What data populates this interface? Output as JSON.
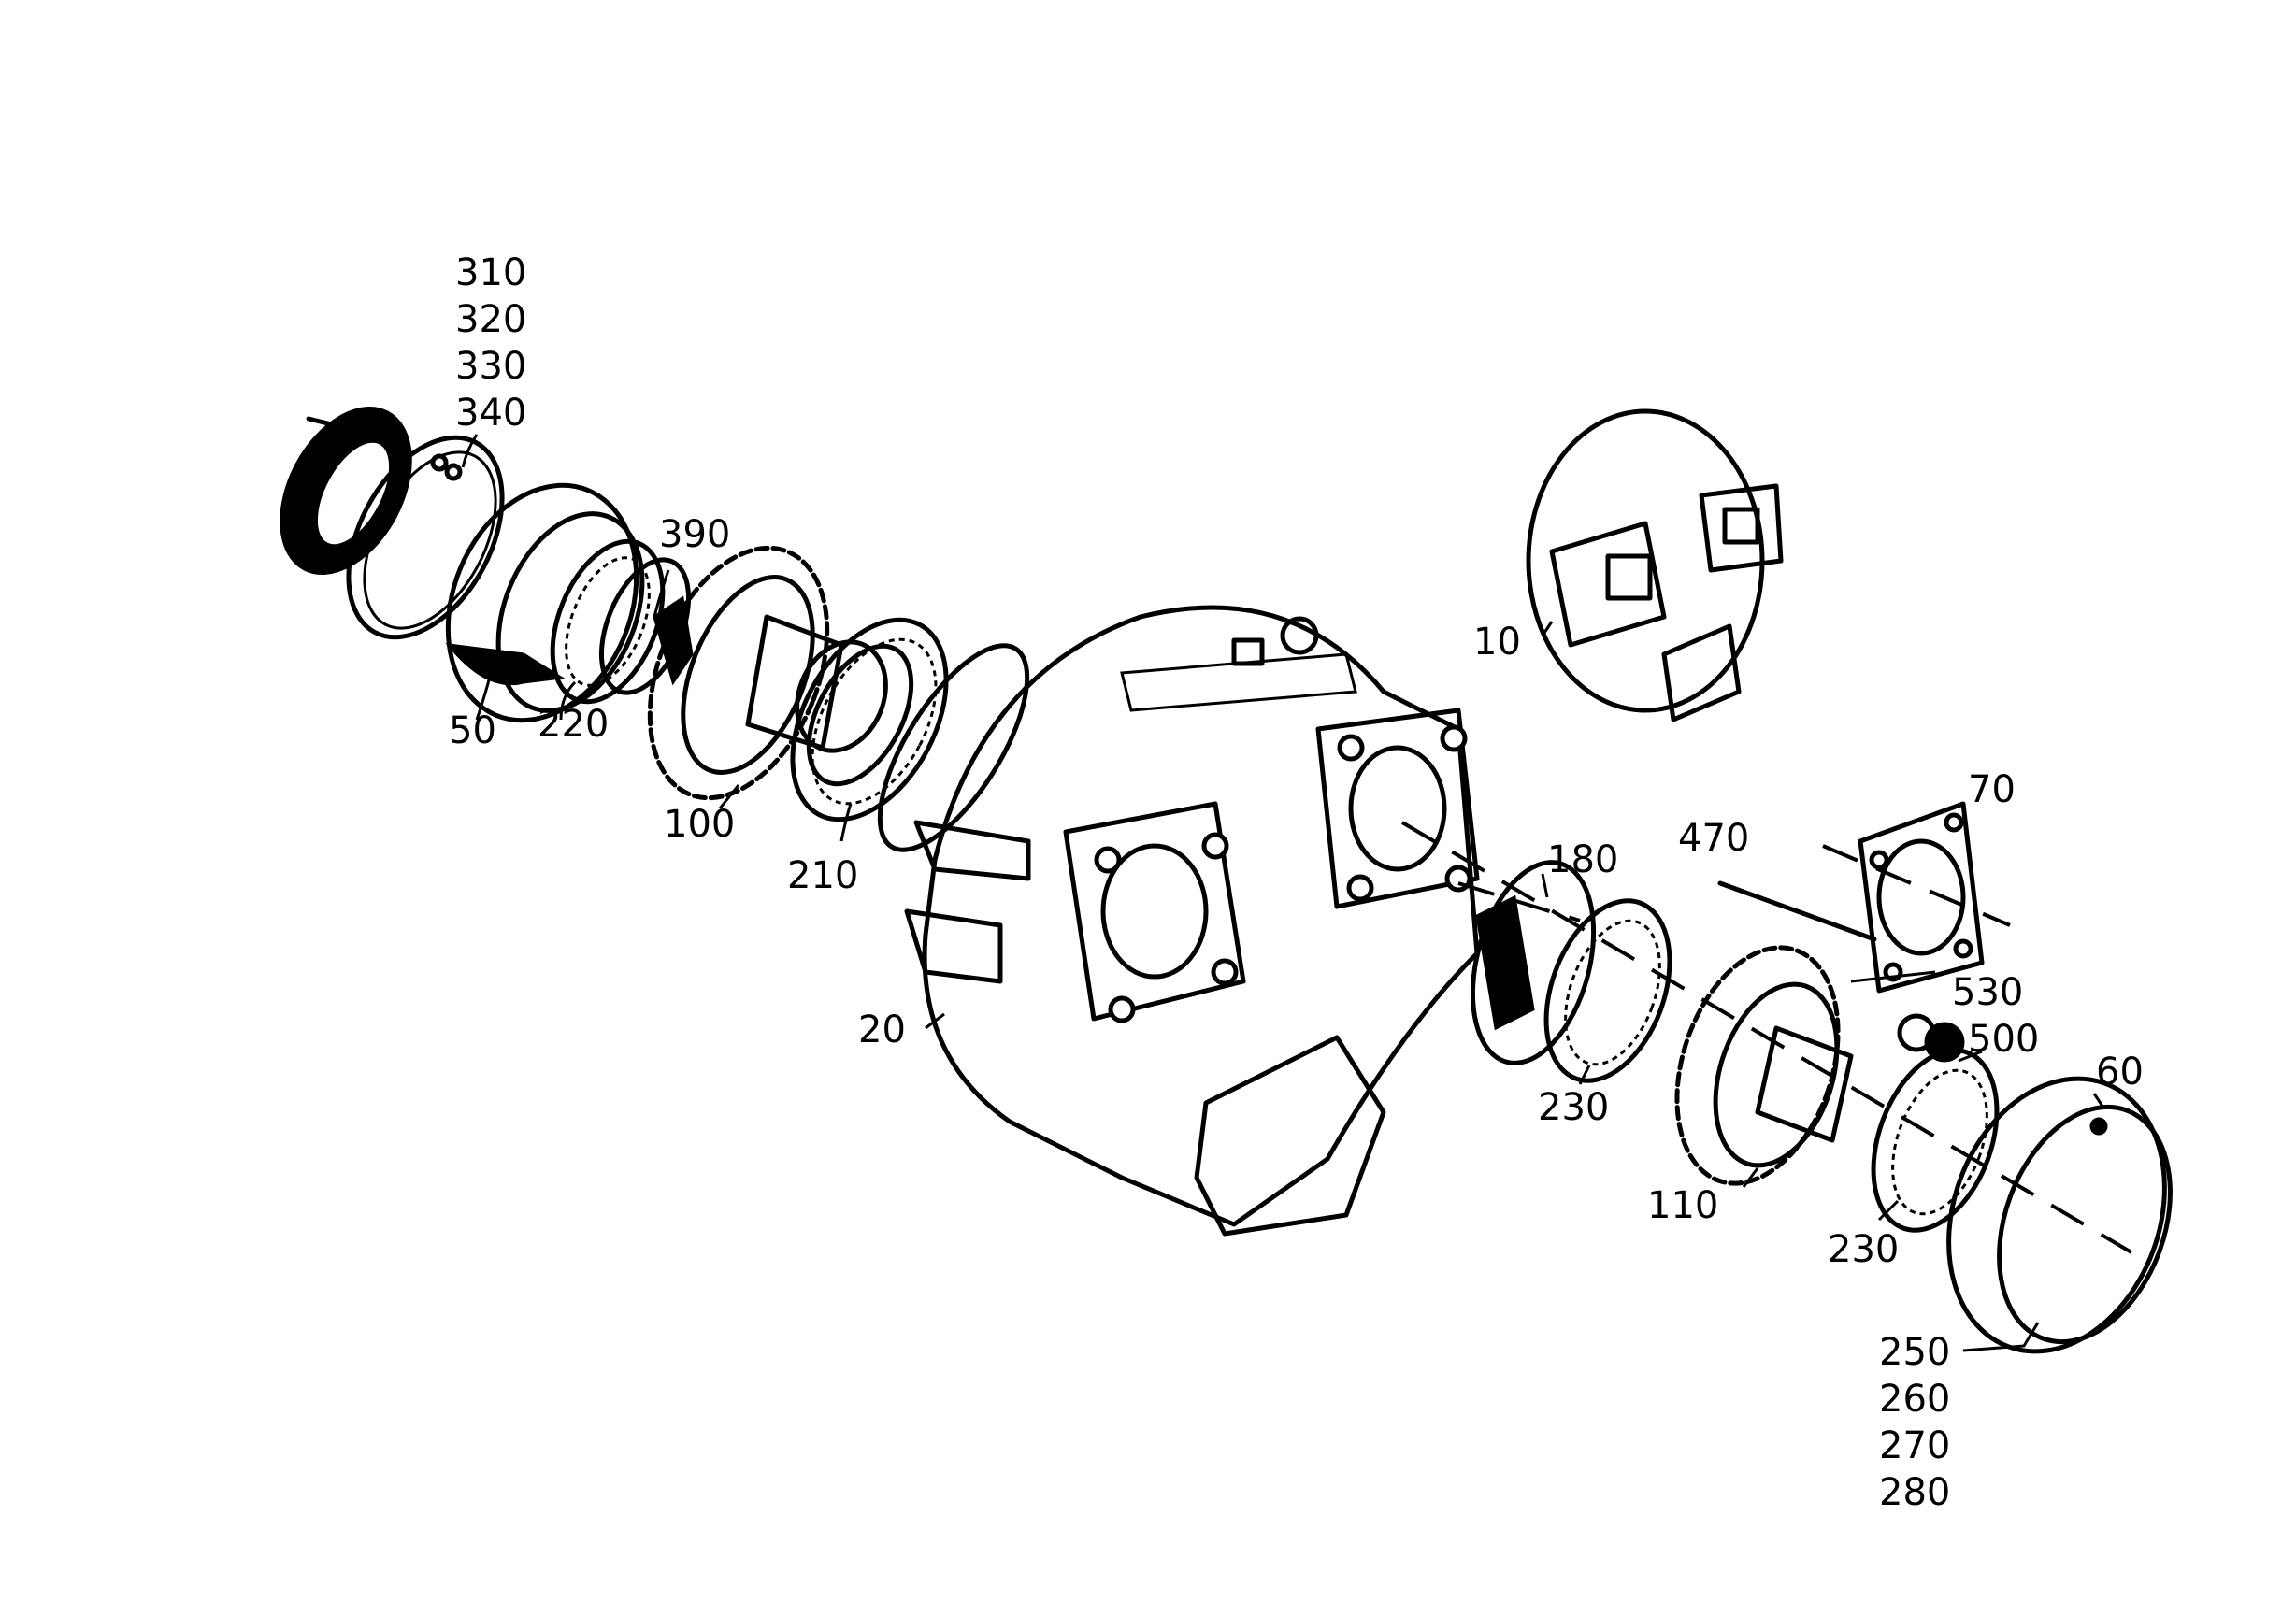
{
  "labels": {
    "p310": "310",
    "p320": "320",
    "p330": "330",
    "p340": "340",
    "p390": "390",
    "p50": "50",
    "p220": "220",
    "p100": "100",
    "p210": "210",
    "p10": "10",
    "p20": "20",
    "p180": "180",
    "p470": "470",
    "p70": "70",
    "p530": "530",
    "p500": "500",
    "p60": "60",
    "p230a": "230",
    "p110": "110",
    "p230b": "230",
    "p250": "250",
    "p260": "260",
    "p270": "270",
    "p280": "280"
  }
}
